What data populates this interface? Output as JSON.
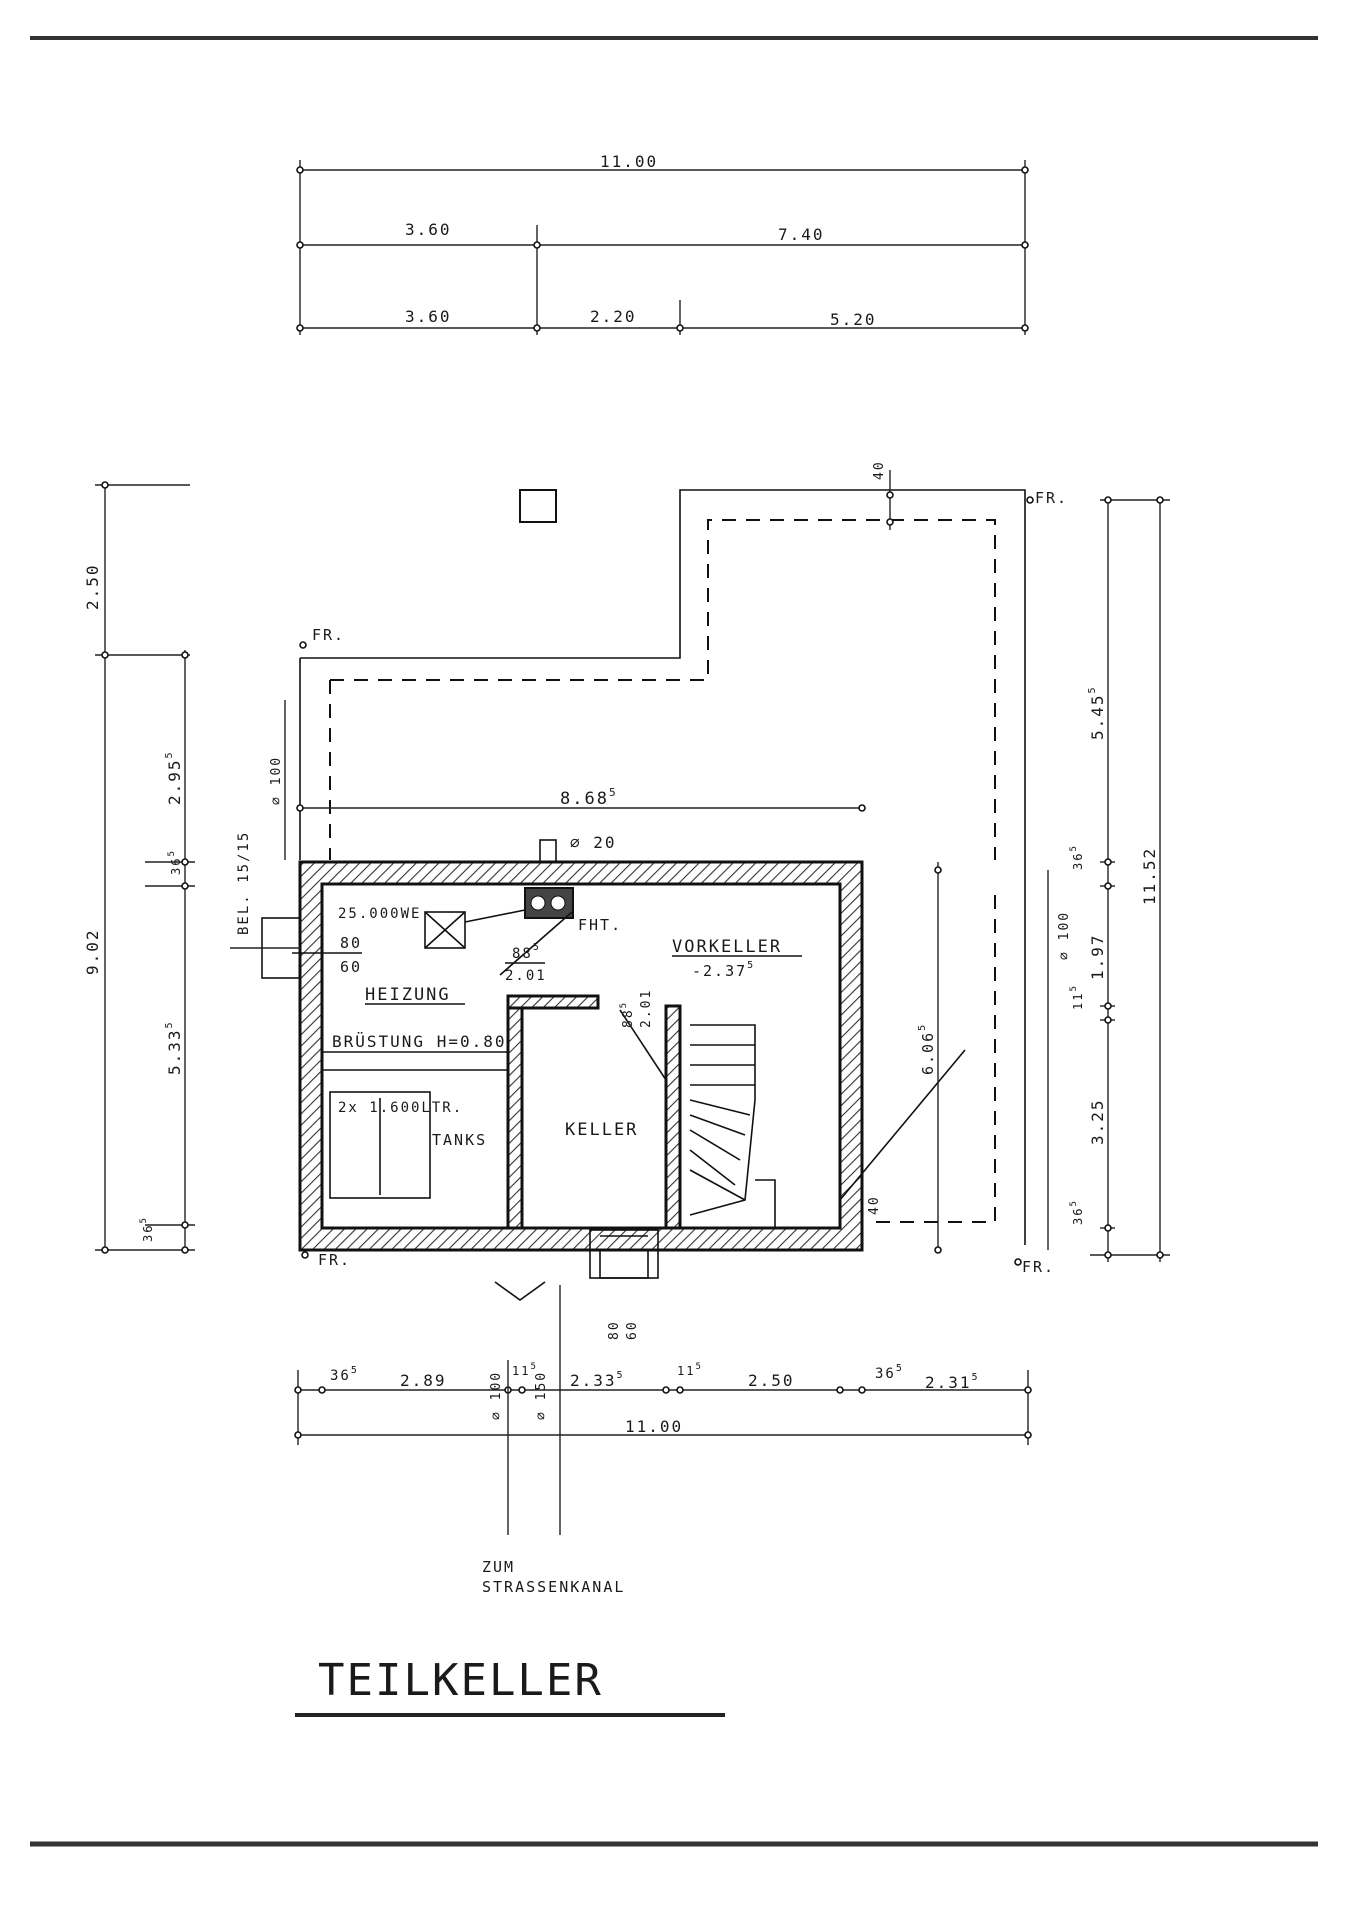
{
  "sheet": {
    "title": "TEILKELLER",
    "drain_note_1": "ZUM",
    "drain_note_2": "STRASSENKANAL"
  },
  "top_dims": {
    "total": "11.00",
    "row2_left": "3.60",
    "row2_right": "7.40",
    "row3_a": "3.60",
    "row3_b": "2.20",
    "row3_c": "5.20"
  },
  "left_dims": {
    "outer_total": "9.02",
    "upper": "2.50",
    "a": "2.95",
    "a_sup": "5",
    "b": "36",
    "b_sup": "5",
    "c": "5.33",
    "c_sup": "5",
    "d": "36",
    "d_sup": "5",
    "pipe_dia": "⌀ 100",
    "vent": "BEL. 15/15"
  },
  "right_dims": {
    "total": "11.52",
    "a": "5.45",
    "a_sup": "5",
    "b": "36",
    "b_sup": "5",
    "c": "1.97",
    "d": "11",
    "d_sup": "5",
    "e": "3.25",
    "f": "36",
    "f_sup": "5",
    "inner_h": "6.06",
    "inner_h_sup": "5",
    "pipe_dia": "⌀ 100",
    "top_small": "40"
  },
  "bottom_dims": {
    "s1": "36",
    "s1_sup": "5",
    "s2": "2.89",
    "s3": "11",
    "s3_sup": "5",
    "s4": "2.33",
    "s4_sup": "5",
    "s5": "11",
    "s5_sup": "5",
    "s6": "2.50",
    "s7": "36",
    "s7_sup": "5",
    "s8": "2.31",
    "s8_sup": "5",
    "total": "11.00",
    "pipe_a": "⌀ 100",
    "pipe_b": "⌀ 150",
    "opening_80": "80",
    "opening_60": "60"
  },
  "plan_labels": {
    "fr_tl": "FR.",
    "fr_tr": "FR.",
    "fr_bl": "FR.",
    "fr_br": "FR.",
    "inner_width": "8.68",
    "inner_width_sup": "5",
    "chimney": "⌀ 20",
    "heater": "25.000WE",
    "fht": "FHT.",
    "door1_w": "88",
    "door1_w_sup": "5",
    "door1_h": "2.01",
    "vent_80": "80",
    "vent_60": "60",
    "heizung": "HEIZUNG",
    "bruestung": "BRÜSTUNG H=0.80",
    "tanks_cap": "2x 1.600LTR.",
    "tanks": "TANKS",
    "keller": "KELLER",
    "vorkeller": "VORKELLER",
    "vorkeller_level": "-2.37",
    "vorkeller_level_sup": "5",
    "door2_w": "88",
    "door2_w_sup": "5",
    "door2_h": "2.01",
    "right_40": "40"
  }
}
